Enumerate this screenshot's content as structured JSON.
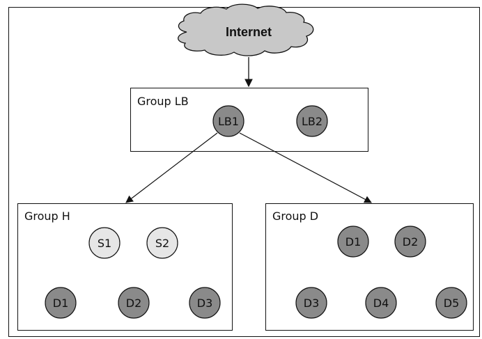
{
  "cloud": {
    "label": "Internet",
    "color": "#c8c8c8"
  },
  "groups": {
    "lb": {
      "title": "Group LB",
      "nodes": [
        "LB1",
        "LB2"
      ]
    },
    "h": {
      "title": "Group H",
      "nodes": [
        "S1",
        "S2",
        "D1",
        "D2",
        "D3"
      ]
    },
    "d": {
      "title": "Group D",
      "nodes": [
        "D1",
        "D2",
        "D3",
        "D4",
        "D5"
      ]
    }
  },
  "colors": {
    "dark_node": "#8a8a8a",
    "light_node": "#e6e6e6",
    "stroke": "#111111"
  },
  "edges": [
    {
      "from": "Internet",
      "to": "Group LB"
    },
    {
      "from": "LB1",
      "to": "Group H"
    },
    {
      "from": "LB1",
      "to": "Group D"
    }
  ]
}
